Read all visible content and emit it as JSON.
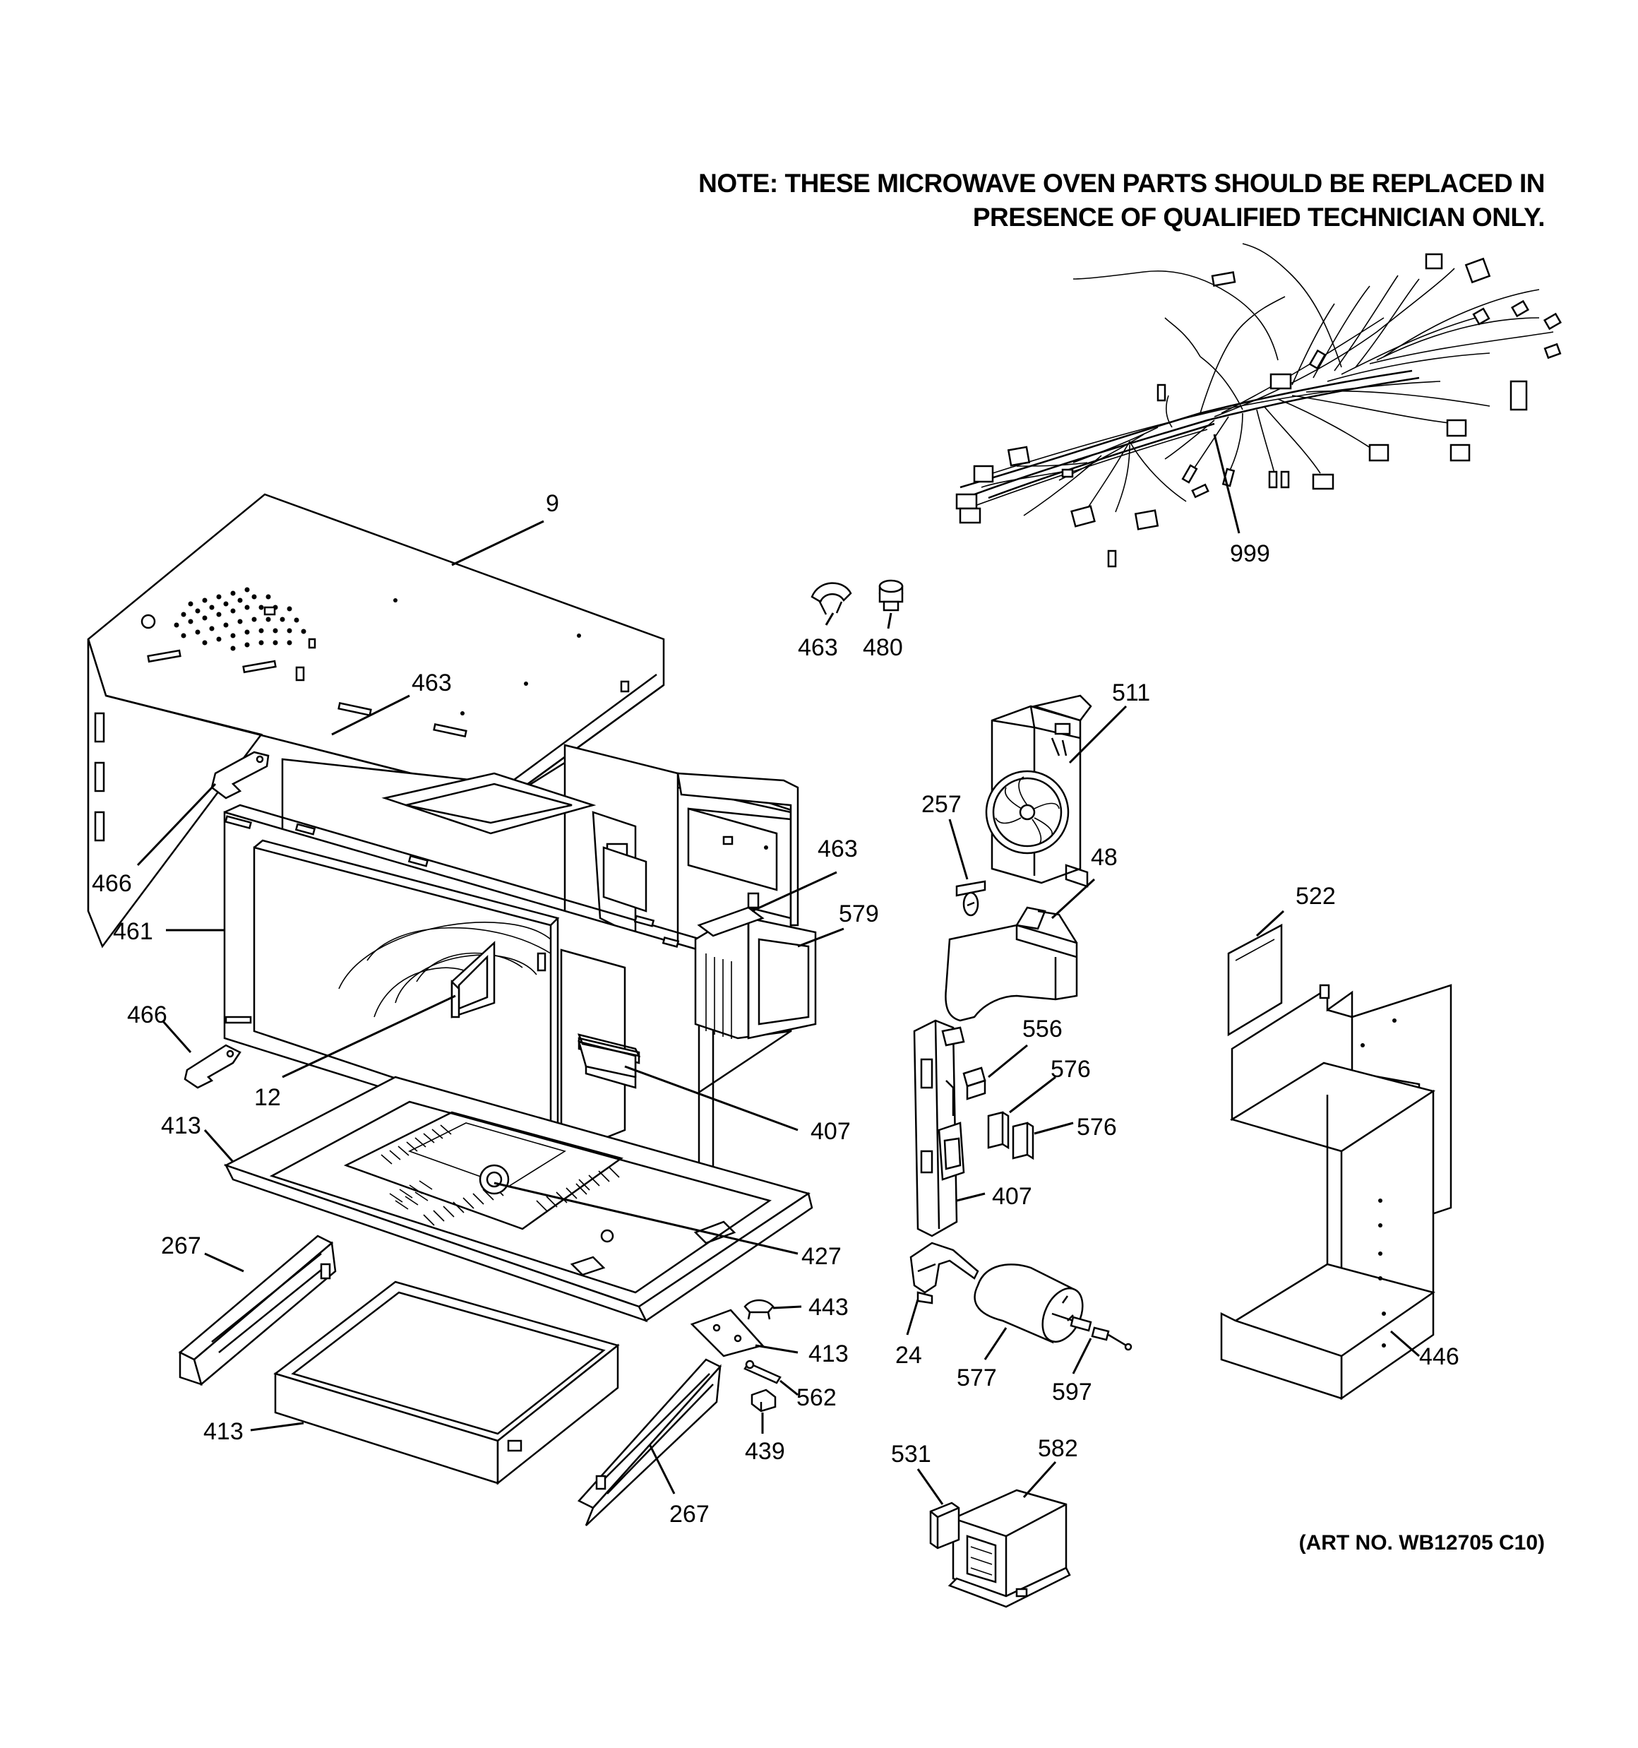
{
  "note": {
    "line1": "NOTE: THESE MICROWAVE OVEN PARTS SHOULD BE REPLACED IN",
    "line2": "PRESENCE OF QUALIFIED TECHNICIAN ONLY."
  },
  "art_number": "(ART NO. WB12705 C10)",
  "parts": [
    {
      "id": "p9",
      "text": "9"
    },
    {
      "id": "p463a",
      "text": "463"
    },
    {
      "id": "p480",
      "text": "480"
    },
    {
      "id": "p999",
      "text": "999"
    },
    {
      "id": "p463b",
      "text": "463"
    },
    {
      "id": "p511",
      "text": "511"
    },
    {
      "id": "p257",
      "text": "257"
    },
    {
      "id": "p463c",
      "text": "463"
    },
    {
      "id": "p48",
      "text": "48"
    },
    {
      "id": "p579",
      "text": "579"
    },
    {
      "id": "p522",
      "text": "522"
    },
    {
      "id": "p466a",
      "text": "466"
    },
    {
      "id": "p461",
      "text": "461"
    },
    {
      "id": "p466b",
      "text": "466"
    },
    {
      "id": "p556",
      "text": "556"
    },
    {
      "id": "p576a",
      "text": "576"
    },
    {
      "id": "p12",
      "text": "12"
    },
    {
      "id": "p576b",
      "text": "576"
    },
    {
      "id": "p407a",
      "text": "407"
    },
    {
      "id": "p413a",
      "text": "413"
    },
    {
      "id": "p407b",
      "text": "407"
    },
    {
      "id": "p267a",
      "text": "267"
    },
    {
      "id": "p427",
      "text": "427"
    },
    {
      "id": "p443",
      "text": "443"
    },
    {
      "id": "p413b",
      "text": "413"
    },
    {
      "id": "p24",
      "text": "24"
    },
    {
      "id": "p446",
      "text": "446"
    },
    {
      "id": "p562",
      "text": "562"
    },
    {
      "id": "p577",
      "text": "577"
    },
    {
      "id": "p597",
      "text": "597"
    },
    {
      "id": "p413c",
      "text": "413"
    },
    {
      "id": "p439",
      "text": "439"
    },
    {
      "id": "p531",
      "text": "531"
    },
    {
      "id": "p582",
      "text": "582"
    },
    {
      "id": "p267b",
      "text": "267"
    }
  ]
}
